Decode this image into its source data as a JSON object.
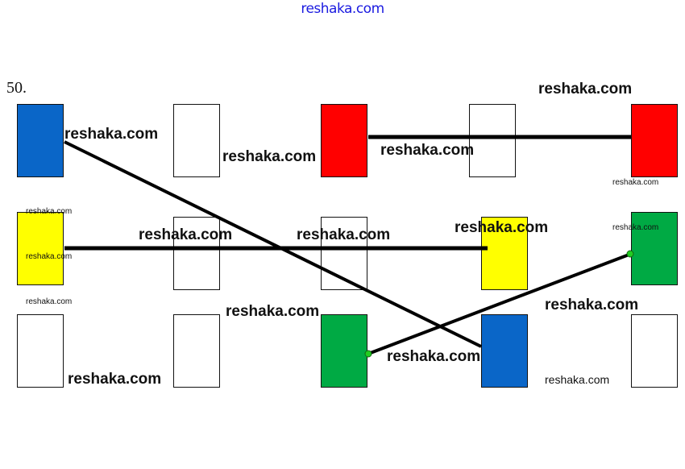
{
  "header": {
    "site_link": "reshaka.com"
  },
  "problem": {
    "number": "50."
  },
  "colors": {
    "blue": "#0a66c8",
    "red": "#ff0000",
    "yellow": "#ffff00",
    "green": "#00aa44",
    "white": "#ffffff",
    "line": "#000000",
    "node": "#22cc22"
  },
  "grid": {
    "rows": [
      [
        "blue",
        "white",
        "red",
        "white",
        "red"
      ],
      [
        "yellow",
        "white",
        "white",
        "yellow",
        "green"
      ],
      [
        "white",
        "white",
        "green",
        "blue",
        "white"
      ]
    ]
  },
  "connections": [
    {
      "from": "row1-col1",
      "to": "row3-col4"
    },
    {
      "from": "row1-col3",
      "to": "row1-col5"
    },
    {
      "from": "row2-col1",
      "to": "row2-col4"
    },
    {
      "from": "row3-col3",
      "to": "row2-col5"
    }
  ],
  "watermark": {
    "text": "reshaka.com"
  }
}
